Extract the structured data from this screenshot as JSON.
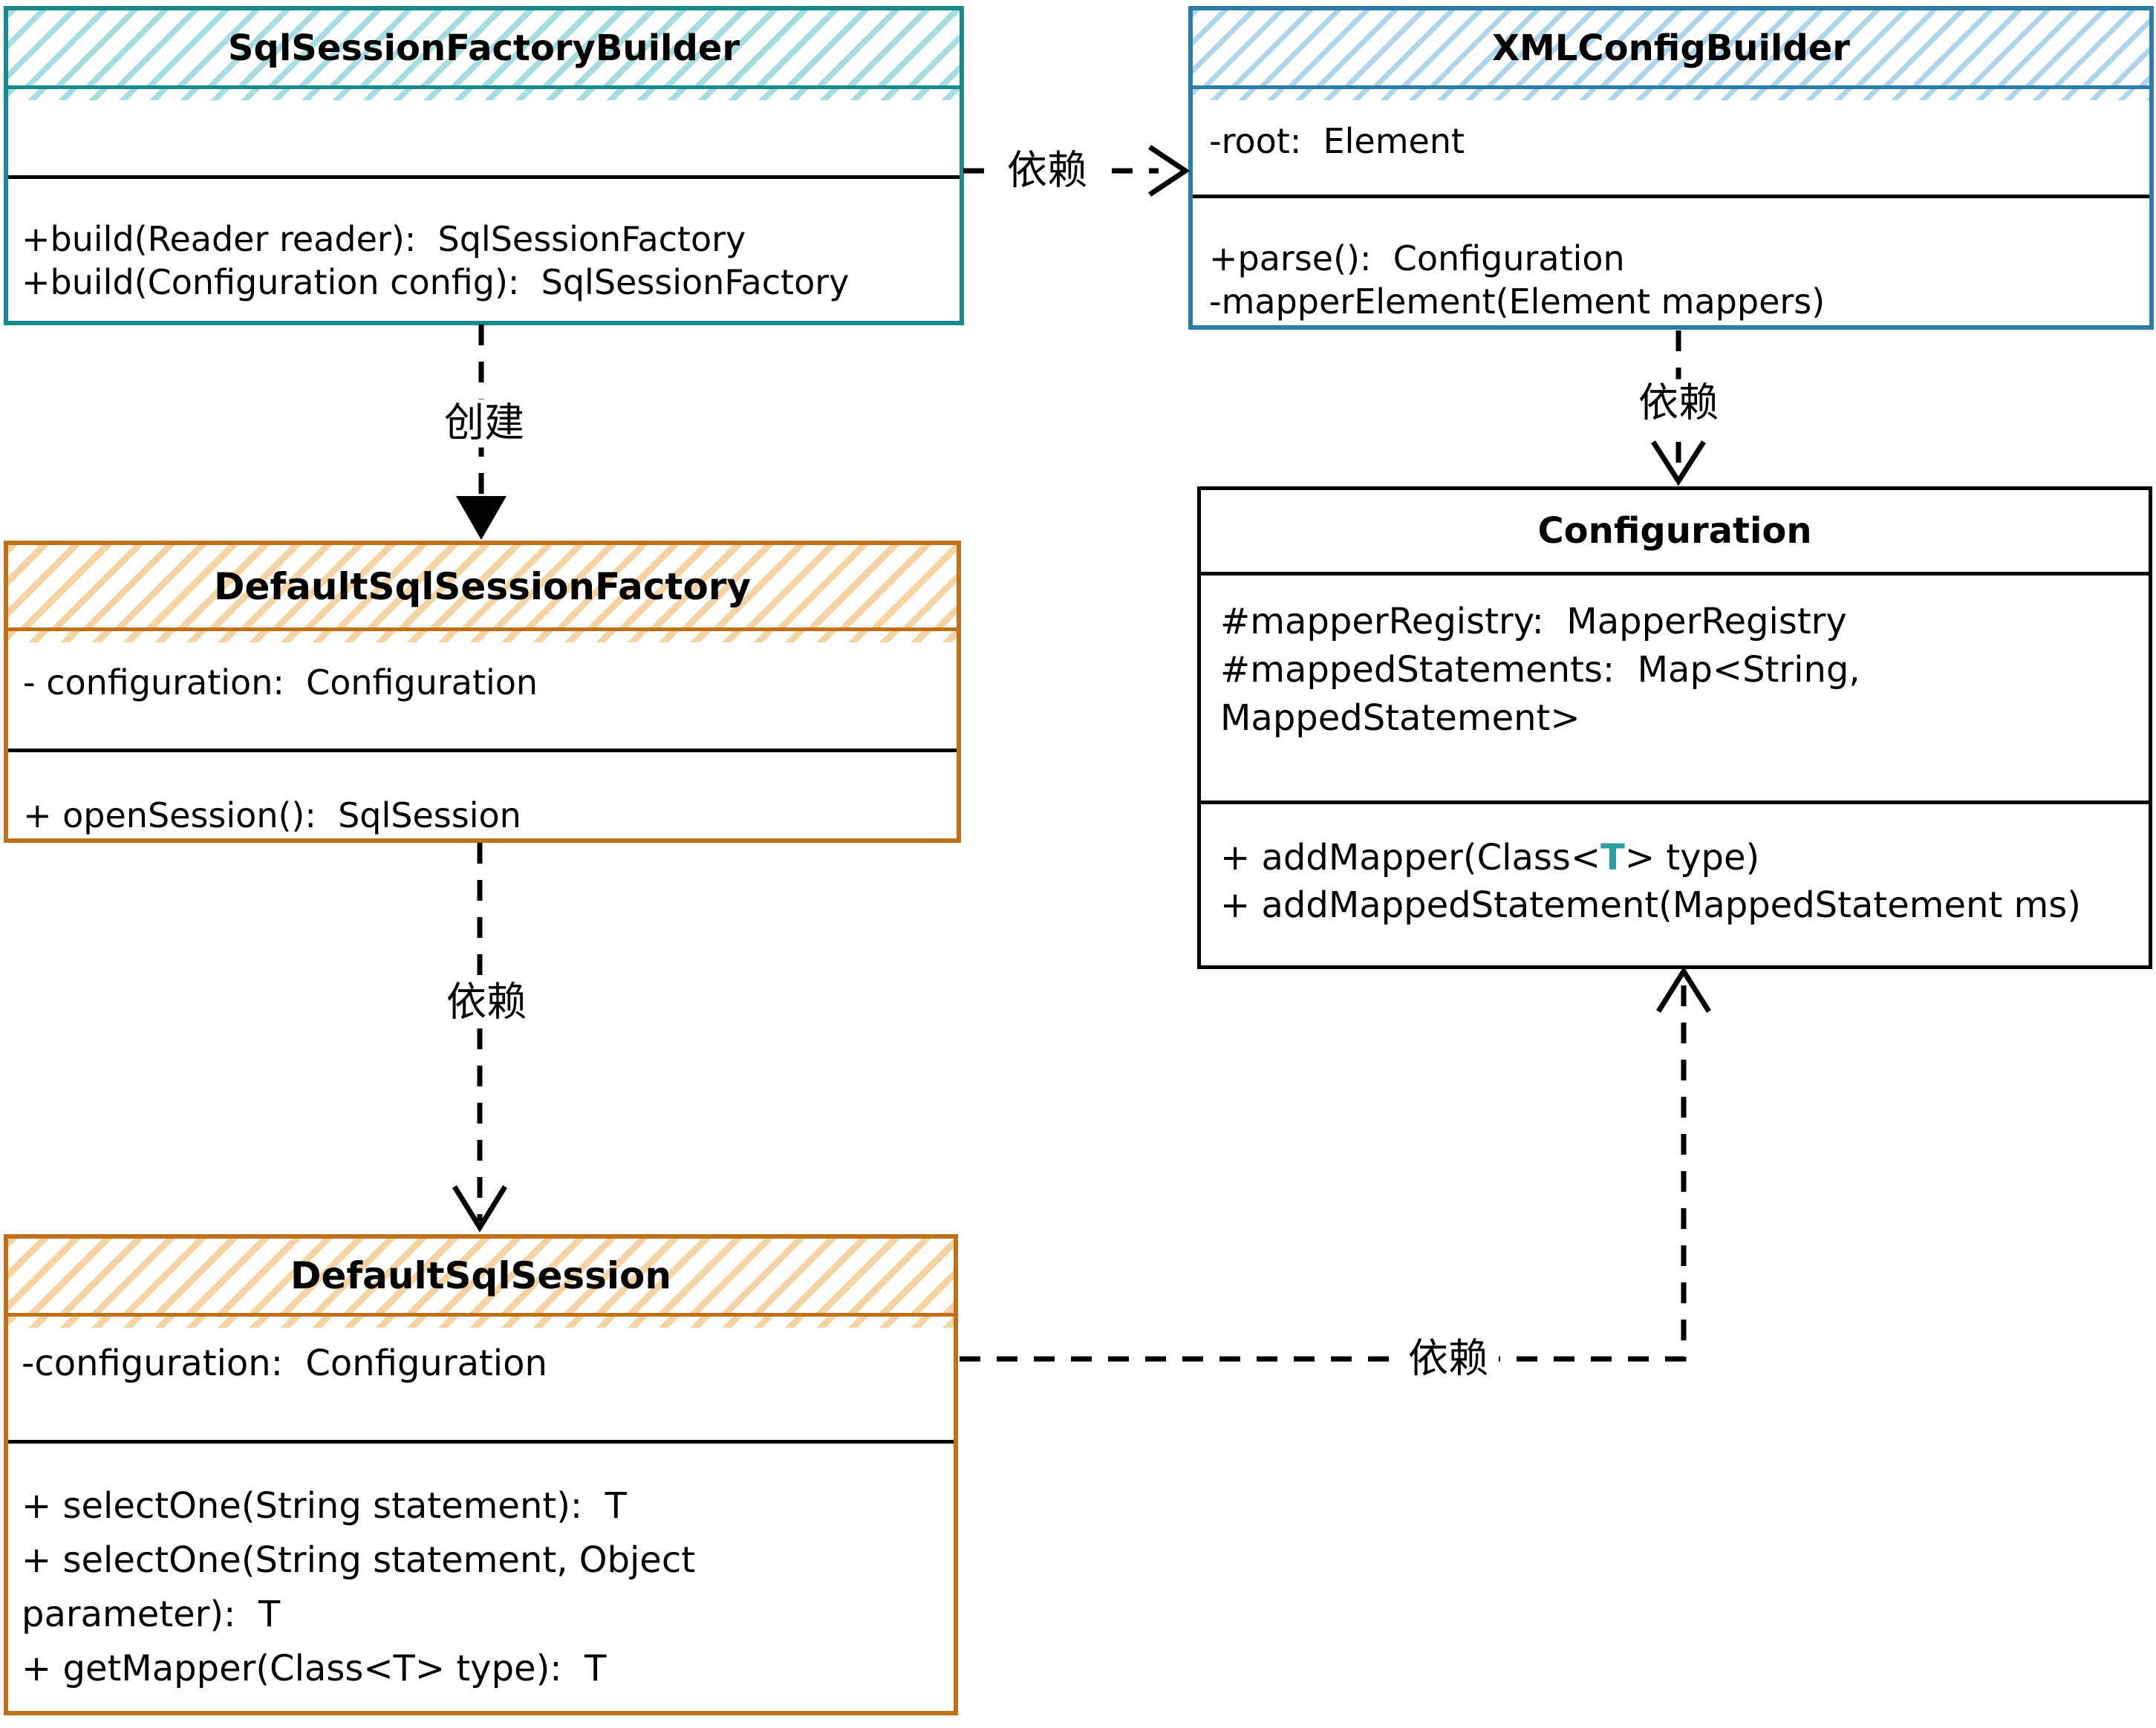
{
  "classes": {
    "sqlSessionFactoryBuilder": {
      "name": "SqlSessionFactoryBuilder",
      "fields": [],
      "methods": [
        "+build(Reader reader):  SqlSessionFactory",
        "+build(Configuration config):  SqlSessionFactory"
      ]
    },
    "xmlConfigBuilder": {
      "name": "XMLConfigBuilder",
      "fields": [
        "-root:  Element"
      ],
      "methods": [
        "+parse():  Configuration",
        "-mapperElement(Element mappers)"
      ]
    },
    "defaultSqlSessionFactory": {
      "name": "DefaultSqlSessionFactory",
      "fields": [
        "- configuration:  Configuration"
      ],
      "methods": [
        "+ openSession():  SqlSession"
      ]
    },
    "configuration": {
      "name": "Configuration",
      "fields": [
        "#mapperRegistry:  MapperRegistry",
        "#mappedStatements:  Map<String,",
        "MappedStatement>"
      ],
      "methods": {
        "addMapper_pre": "+ addMapper(Class<",
        "addMapper_typeParam": "T",
        "addMapper_post": "> type)",
        "addMappedStatement": "+ addMappedStatement(MappedStatement ms)"
      }
    },
    "defaultSqlSession": {
      "name": "DefaultSqlSession",
      "fields": [
        "-configuration:  Configuration"
      ],
      "methods": [
        "+ selectOne(String statement):  T",
        "+ selectOne(String statement, Object",
        "parameter):  T",
        "+ getMapper(Class<T> type):  T"
      ]
    }
  },
  "edges": {
    "builder_to_xmlconfig": {
      "label": "依赖",
      "type": "dependency, dashed, open arrow"
    },
    "builder_creates_factory": {
      "label": "创建",
      "type": "creates, dashed, filled arrow"
    },
    "factory_to_session": {
      "label": "依赖",
      "type": "dependency, dashed, open arrow"
    },
    "xmlconfig_to_configuration": {
      "label": "依赖",
      "type": "dependency, dashed, open arrow"
    },
    "session_to_configuration": {
      "label": "依赖",
      "type": "dependency, dashed, open arrow"
    }
  },
  "colors": {
    "teal_border": "#17898f",
    "teal_hatch": "#a6dde0",
    "blue_border": "#2b7ca6",
    "blue_hatch": "#aed6ea",
    "orange_border": "#bf7018",
    "orange_hatch": "#f6d3a2",
    "type_param_accent": "#2a9fa0",
    "line_color": "#000000"
  }
}
